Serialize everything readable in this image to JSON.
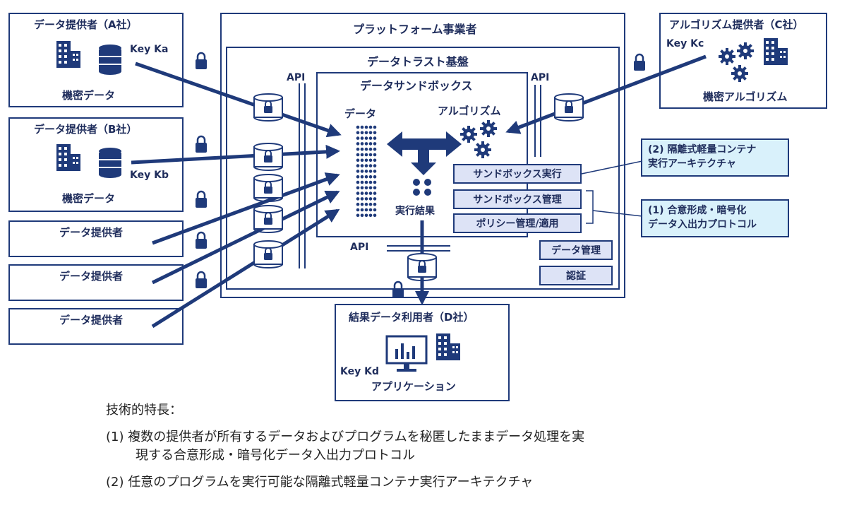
{
  "platform": {
    "title": "プラットフォーム事業者"
  },
  "trust": {
    "title": "データトラスト基盤"
  },
  "sandbox": {
    "title": "データサンドボックス",
    "data_label": "データ",
    "algo_label": "アルゴリズム",
    "result_label": "実行結果"
  },
  "api": {
    "left": "API",
    "right": "API",
    "bottom": "API"
  },
  "providerA": {
    "title": "データ提供者（A社）",
    "key": "Key Ka",
    "caption": "機密データ"
  },
  "providerB": {
    "title": "データ提供者（B社）",
    "key": "Key Kb",
    "caption": "機密データ"
  },
  "providers": [
    {
      "title": "データ提供者"
    },
    {
      "title": "データ提供者"
    },
    {
      "title": "データ提供者"
    }
  ],
  "algoProvider": {
    "title": "アルゴリズム提供者（C社）",
    "key": "Key Kc",
    "caption": "機密アルゴリズム"
  },
  "resultUser": {
    "title": "結果データ利用者（D社）",
    "key": "Key Kd",
    "caption": "アプリケーション"
  },
  "modules": {
    "sandbox_exec": "サンドボックス実行",
    "sandbox_mgmt": "サンドボックス管理",
    "policy": "ポリシー管理/適用",
    "data_mgmt": "データ管理",
    "auth": "認証"
  },
  "callouts": {
    "c2_line1": "(2) 隔離式軽量コンテナ",
    "c2_line2": "実行アーキテクチャ",
    "c1_line1": "(1) 合意形成・暗号化",
    "c1_line2": "データ入出力プロトコル"
  },
  "notes": {
    "heading": "技術的特長：",
    "item1_line1": "(1) 複数の提供者が所有するデータおよびプログラムを秘匿したままデータ処理を実",
    "item1_line2": "現する合意形成・暗号化データ入出力プロトコル",
    "item2": "(2) 任意のプログラムを実行可能な隔離式軽量コンテナ実行アーキテクチャ"
  },
  "colors": {
    "navy": "#1f3a7a",
    "dark": "#1f2d5c",
    "module_fill": "#dde3f6",
    "callout_fill": "#d9f1fb"
  }
}
